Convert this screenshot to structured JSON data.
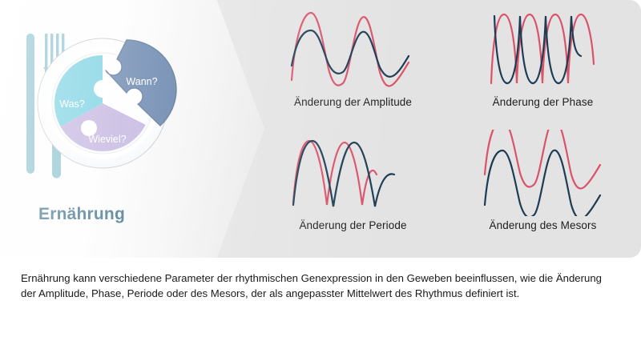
{
  "figure": {
    "left_panel": {
      "title": "Ernährung",
      "title_color": "#1b5877",
      "puzzle_pieces": [
        {
          "label": "Was?",
          "color": "#5ec8dc",
          "position": "upper-left"
        },
        {
          "label": "Wann?",
          "color": "#4b6e9e",
          "position": "upper-right"
        },
        {
          "label": "Wieviel?",
          "color": "#b7a5d9",
          "position": "lower"
        }
      ],
      "icons": [
        "knife-icon",
        "fork-icon",
        "plate-icon",
        "puzzle-icon"
      ]
    },
    "colors": {
      "panel_background": "#e3e3e3",
      "curve_red": "#d9536a",
      "curve_blue": "#1d3c54",
      "text": "#1a1a1a"
    },
    "charts": [
      {
        "id": "amplitude",
        "label": "Änderung der Amplitude",
        "series": [
          {
            "name": "red",
            "color": "#d9536a",
            "amplitude": 1.0,
            "period": 1.0,
            "phase": 0.0,
            "mesor": 0.0
          },
          {
            "name": "blue",
            "color": "#1d3c54",
            "amplitude": 0.55,
            "period": 1.0,
            "phase": 0.0,
            "mesor": 0.0
          }
        ]
      },
      {
        "id": "phase",
        "label": "Änderung der Phase",
        "series": [
          {
            "name": "red",
            "color": "#d9536a",
            "amplitude": 1.0,
            "period": 1.0,
            "phase": 0.0,
            "mesor": 0.0
          },
          {
            "name": "blue",
            "color": "#1d3c54",
            "amplitude": 1.0,
            "period": 1.0,
            "phase": 0.5,
            "mesor": 0.0
          }
        ]
      },
      {
        "id": "periode",
        "label": "Änderung der Periode",
        "series": [
          {
            "name": "red",
            "color": "#d9536a",
            "amplitude": 1.0,
            "period": 0.78,
            "phase": 0.0,
            "mesor": 0.0
          },
          {
            "name": "blue",
            "color": "#1d3c54",
            "amplitude": 1.0,
            "period": 1.08,
            "phase": 0.0,
            "mesor": 0.0
          }
        ]
      },
      {
        "id": "mesor",
        "label": "Änderung des Mesors",
        "series": [
          {
            "name": "red",
            "color": "#d9536a",
            "amplitude": 1.0,
            "period": 1.0,
            "phase": 0.0,
            "mesor": 0.42
          },
          {
            "name": "blue",
            "color": "#1d3c54",
            "amplitude": 1.0,
            "period": 1.0,
            "phase": 0.0,
            "mesor": -0.16
          }
        ]
      }
    ]
  },
  "caption": "Ernährung kann verschiedene Parameter der rhythmischen Genexpression in den Geweben beeinflussen, wie die Änderung der Amplitude, Phase, Periode oder des Mesors, der als angepasster Mittelwert des Rhythmus definiert ist."
}
